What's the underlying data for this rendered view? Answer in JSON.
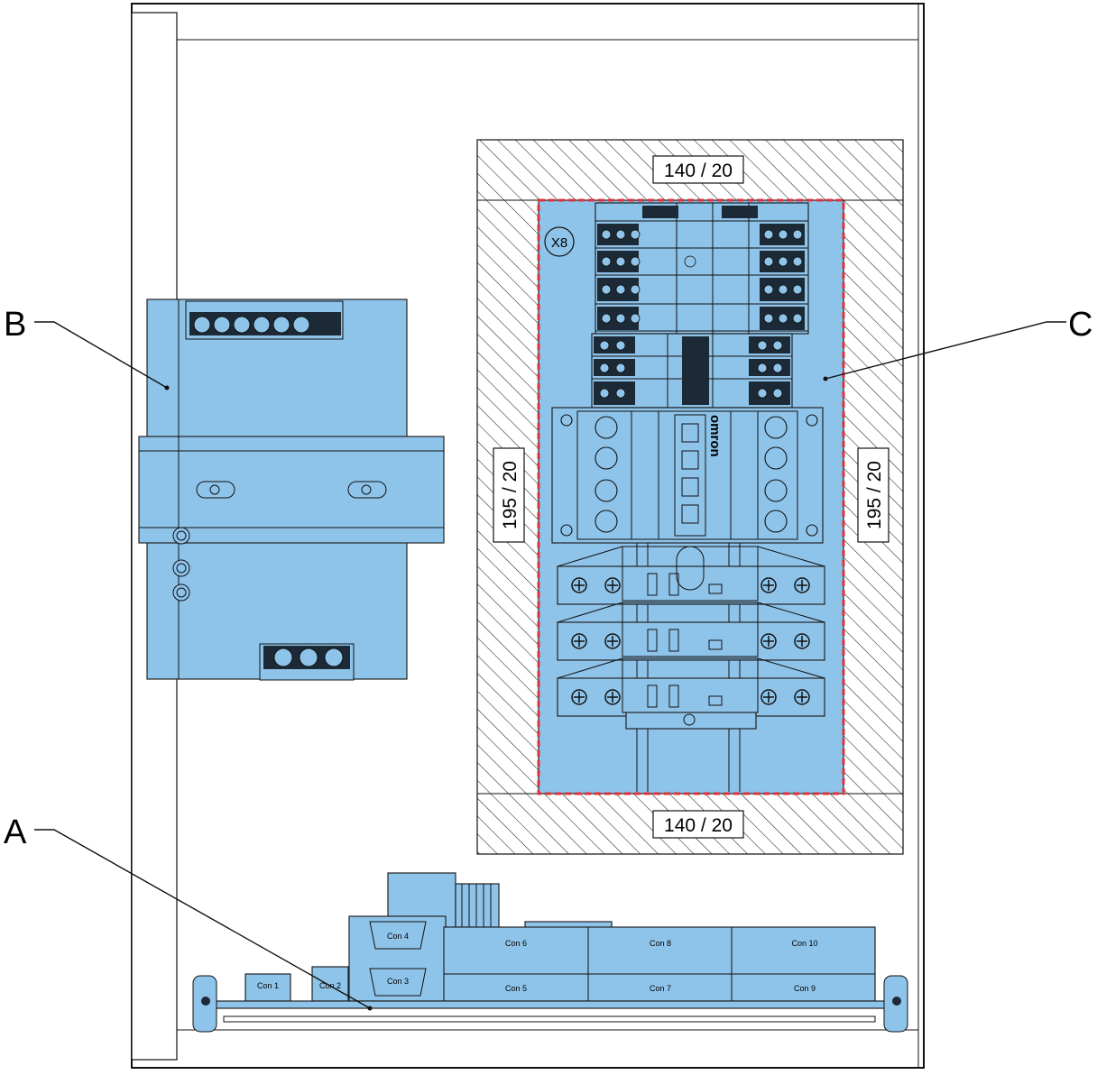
{
  "callouts": {
    "a": "A",
    "b": "B",
    "c": "C"
  },
  "clearances": {
    "top": "140 / 20",
    "bottom": "140 / 20",
    "left": "195 / 20",
    "right": "195 / 20"
  },
  "terminal_block_tag": "X8",
  "brand_mark": "omron",
  "connectors": {
    "con1": "Con 1",
    "con2": "Con 2",
    "con3": "Con 3",
    "con4": "Con 4",
    "con5": "Con 5",
    "con6": "Con 6",
    "con7": "Con 7",
    "con8": "Con 8",
    "con9": "Con 9",
    "con10": "Con 10"
  },
  "colors": {
    "component_fill": "#8fc4ea",
    "highlight_border": "#e0323c",
    "hatch": "#222222"
  }
}
